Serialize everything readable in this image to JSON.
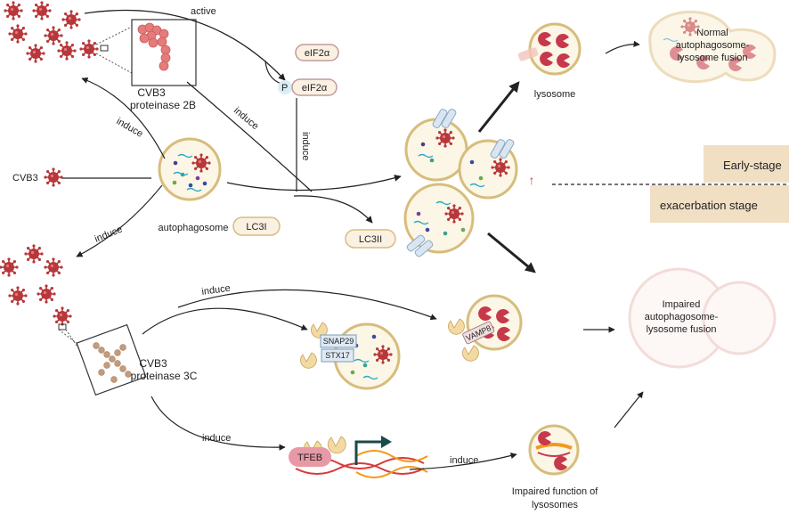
{
  "colors": {
    "virus": "#b8373a",
    "arrow": "#222222",
    "membrane_fill": "#fbf6e6",
    "membrane_stroke": "#d7bd7c",
    "lysosome_content": "#c7384a",
    "stage_band": "#f1dfc4",
    "protein_2b": "#e67b7b",
    "protein_3c": "#c49b7d",
    "tfeb": "#e79aa6",
    "snare_box": "#dfe9f4",
    "pill": "#fbf1e3",
    "dna_red": "#d93a3a",
    "dna_orange": "#f39a1a",
    "promoter_arrow": "#1a4a4a"
  },
  "labels": {
    "active": "active",
    "induce": "induce",
    "cvb3": "CVB3",
    "proteinase_2b_line1": "CVB3",
    "proteinase_2b_line2": "proteinase 2B",
    "proteinase_3c_line1": "CVB3",
    "proteinase_3c_line2": "proteinase 3C",
    "autophagosome": "autophagosome",
    "eif2a": "eIF2α",
    "eif2a_p": "P",
    "lc3i": "LC3I",
    "lc3ii": "LC3II",
    "lysosome": "lysosome",
    "normal_fusion_1": "Normal",
    "normal_fusion_2": "autophagosome-",
    "normal_fusion_3": "lysosome fusion",
    "early_stage": "Early-stage",
    "exacerbation_stage": "exacerbation stage",
    "impaired_fusion_1": "Impaired",
    "impaired_fusion_2": "autophagosome-",
    "impaired_fusion_3": "lysosome fusion",
    "snap29": "SNAP29",
    "stx17": "STX17",
    "vamp8": "VAMP8",
    "tfeb": "TFEB",
    "impaired_lyso_1": "Impaired function of",
    "impaired_lyso_2": "lysosomes",
    "up_arrow": "↑"
  }
}
